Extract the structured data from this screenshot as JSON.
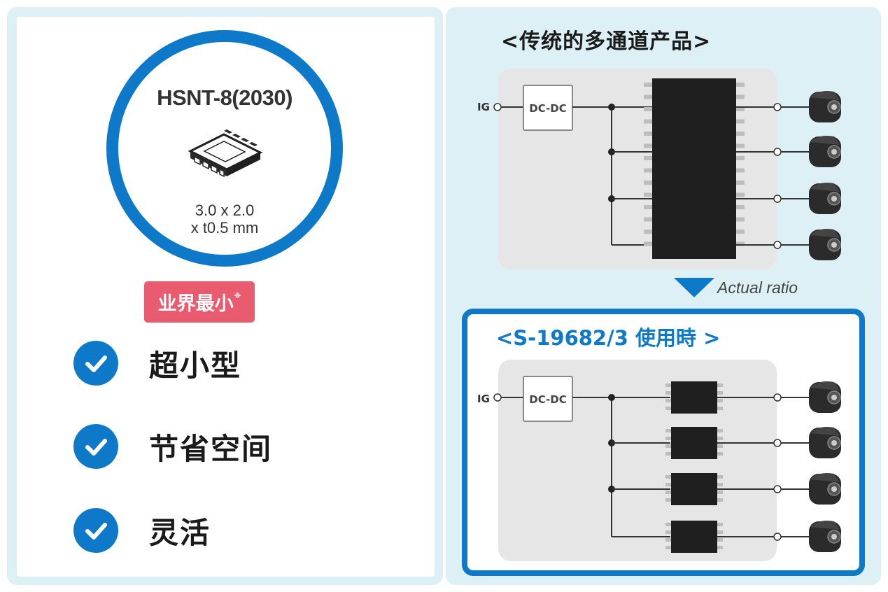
{
  "left": {
    "package_name": "HSNT-8(2030)",
    "dimension_line1": "3.0 x 2.0",
    "dimension_line2": "x t0.5 mm",
    "badge_label": "业界最小",
    "badge_mark": "※",
    "features": [
      "超小型",
      "节省空间",
      "灵活"
    ]
  },
  "right": {
    "traditional_title": "<传统的多通道产品>",
    "ratio_label": "Actual ratio",
    "new_title": "<S-19682/3 使用時 >",
    "input_label": "IG",
    "converter_label": "DC-DC"
  },
  "colors": {
    "accent_blue": "#0e79c9",
    "badge_red": "#e95b6e",
    "panel_bg": "#dcf0f5",
    "diagram_bg": "#e6e6e6",
    "chip_black": "#1f1f1f"
  }
}
